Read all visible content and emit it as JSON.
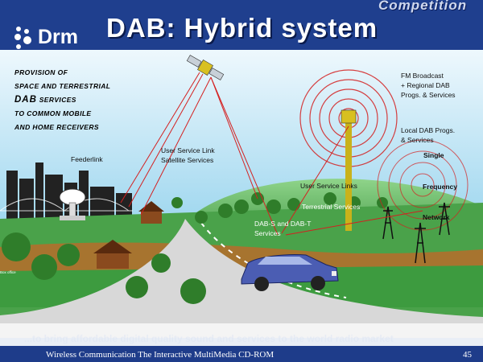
{
  "header": {
    "tag": "Competition",
    "logo_text": "Drm",
    "title": "DAB: Hybrid system"
  },
  "provision": {
    "line1": "PROVISION OF",
    "line2": "SPACE AND TERRESTRIAL",
    "line3a": "DAB",
    "line3b": "SERVICES",
    "line4": "TO COMMON MOBILE",
    "line5": "AND HOME RECEIVERS"
  },
  "labels": {
    "feederlink": "Feederlink",
    "user_service_link": "User Service Link",
    "satellite_services": "Satellite Services",
    "user_service_links": "User Service Links",
    "terrestrial_services": "Terrestrial Services",
    "dab_s_t_line1": "DAB-S and DAB-T",
    "dab_s_t_line2": "Services",
    "fm_broadcast": "FM Broadcast",
    "regional_dab": "+ Regional DAB",
    "progs_services": "Progs. & Services",
    "local_dab": "Local DAB Progs.",
    "local_services": "& Services",
    "single": "Single",
    "frequency": "Frequency",
    "network": "Network",
    "tagline": "...to bring affordable digital quality sound and services to the world radio market"
  },
  "footer": {
    "cd_title": "Wireless Communication The Interactive MultiMedia CD-ROM",
    "page": "45"
  },
  "colors": {
    "background": "#1f3f8e",
    "sky": "#bfe6f5",
    "signal": "#d42020",
    "grass": "#3c9a3a"
  }
}
